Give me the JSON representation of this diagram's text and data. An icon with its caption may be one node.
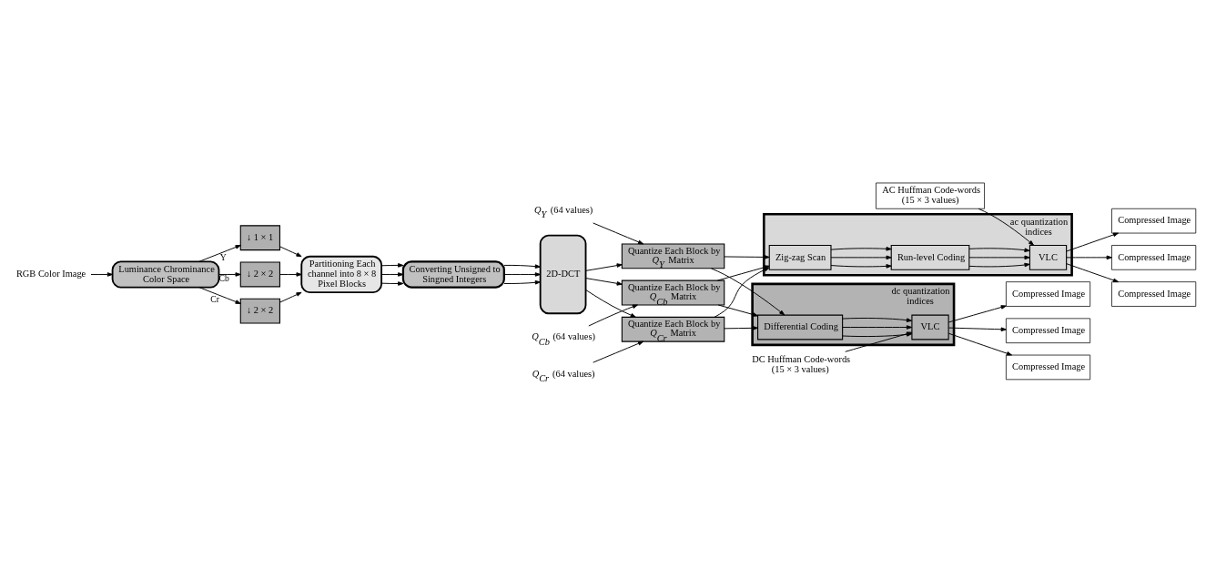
{
  "diagram": {
    "nodes": [
      {
        "text": [
          "RGB Color Image"
        ]
      },
      {
        "text": [
          "Luminance Chrominance Color Space"
        ]
      },
      {
        "text": [
          "↓ 1 × 1"
        ]
      },
      {
        "text": [
          "↓ 2 × 2"
        ]
      },
      {
        "text": [
          "↓ 2 × 2"
        ]
      },
      {
        "text": [
          "Partitioning Each channel into 8 × 8 Pixel Blocks"
        ]
      },
      {
        "text": [
          "Converting Unsigned to Singned Integers"
        ]
      },
      {
        "text": [
          "*Q*$_{Y}$ (64 values)"
        ]
      },
      {
        "text": [
          "Quantize Each Block by *Q*$_{Y}$ Matrix"
        ]
      },
      {
        "text": [
          "*Q*$_{Cb}$ (64 values)"
        ]
      },
      {
        "text": [
          "Quantize Each Block by *Q*$_{Cb}$ Matrix"
        ]
      },
      {
        "text": [
          "*Q*$_{Cr}$ (64 values)"
        ]
      },
      {
        "text": [
          "Quantize Each Block by *Q*$_{Cr}$ Matrix"
        ]
      },
      {
        "text": [
          "2D-DCT"
        ]
      },
      {
        "text": [
          "DC Huffman Code-words (15 × 3 values)"
        ]
      },
      {
        "text": [
          "dc quantization indices"
        ]
      },
      {
        "text": [
          "VLC"
        ],
        "in": 15
      },
      {
        "text": [
          "Differential Coding"
        ],
        "in": 15
      },
      {
        "text": [
          "ac quantization indices"
        ]
      },
      {
        "text": [
          "VLC"
        ],
        "in": 18
      },
      {
        "text": [
          "Run-level Coding"
        ],
        "in": 18
      },
      {
        "text": [
          "Zig-zag Scan"
        ],
        "in": 18
      },
      {
        "text": [
          "AC Huffman Code-words (15 × 3 values)"
        ]
      },
      {
        "text": [
          "Compressed Image"
        ]
      },
      {
        "text": [
          "Compressed Image"
        ]
      },
      {
        "text": [
          "Compressed Image"
        ]
      },
      {
        "text": [
          "Compressed Image"
        ]
      },
      {
        "text": [
          "Compressed Image"
        ]
      },
      {
        "text": [
          "Compressed Image"
        ]
      }
    ],
    "edges": [
      {
        "from": 0,
        "to": 1,
        "arrow": "to"
      },
      {
        "from": 1,
        "to": 2,
        "arrow": "to",
        "label": "Y"
      },
      {
        "from": 1,
        "to": 3,
        "arrow": "to",
        "label": "Cb"
      },
      {
        "from": 1,
        "to": 4,
        "arrow": "to",
        "label": "Cr"
      },
      {
        "from": 2,
        "to": 5,
        "arrow": "to"
      },
      {
        "from": 3,
        "to": 5,
        "arrow": "to"
      },
      {
        "from": 4,
        "to": 5,
        "arrow": "to"
      },
      {
        "from": 5,
        "to": 6,
        "arrow": "to"
      },
      {
        "from": 5,
        "to": 6,
        "arrow": "to"
      },
      {
        "from": 5,
        "to": 6,
        "arrow": "to"
      },
      {
        "from": 6,
        "to": 13,
        "arrow": "to"
      },
      {
        "from": 6,
        "to": 13,
        "arrow": "to"
      },
      {
        "from": 6,
        "to": 13,
        "arrow": "to"
      },
      {
        "from": 13,
        "to": 8,
        "arrow": "to"
      },
      {
        "from": 13,
        "to": 10,
        "arrow": "to"
      },
      {
        "from": 13,
        "to": 12,
        "arrow": "to"
      },
      {
        "from": 7,
        "to": 8,
        "arrow": "to"
      },
      {
        "from": 9,
        "to": 10,
        "arrow": "to"
      },
      {
        "from": 11,
        "to": 12,
        "arrow": "to"
      },
      {
        "from": 8,
        "to": 17,
        "arrow": "to"
      },
      {
        "from": 8,
        "to": 21,
        "arrow": "to"
      },
      {
        "from": 10,
        "to": 17,
        "arrow": "to"
      },
      {
        "from": 10,
        "to": 21,
        "arrow": "to"
      },
      {
        "from": 12,
        "to": 17,
        "arrow": "to"
      },
      {
        "from": 12,
        "to": 21,
        "arrow": "to"
      },
      {
        "from": 17,
        "to": 16,
        "arrow": "to"
      },
      {
        "from": 17,
        "to": 16,
        "arrow": "to"
      },
      {
        "from": 17,
        "to": 16,
        "arrow": "to"
      },
      {
        "from": 21,
        "to": 20,
        "arrow": "to"
      },
      {
        "from": 21,
        "to": 20,
        "arrow": "to"
      },
      {
        "from": 21,
        "to": 20,
        "arrow": "to"
      },
      {
        "from": 20,
        "to": 19,
        "arrow": "to"
      },
      {
        "from": 20,
        "to": 19,
        "arrow": "to"
      },
      {
        "from": 20,
        "to": 19,
        "arrow": "to"
      },
      {
        "from": 14,
        "to": 16,
        "arrow": "to"
      },
      {
        "from": 22,
        "to": 19,
        "arrow": "to"
      },
      {
        "from": 16,
        "to": 23,
        "arrow": "to"
      },
      {
        "from": 16,
        "to": 24,
        "arrow": "to"
      },
      {
        "from": 16,
        "to": 25,
        "arrow": "to"
      },
      {
        "from": 19,
        "to": 26,
        "arrow": "to"
      },
      {
        "from": 19,
        "to": 27,
        "arrow": "to"
      },
      {
        "from": 19,
        "to": 28,
        "arrow": "to"
      }
    ]
  }
}
